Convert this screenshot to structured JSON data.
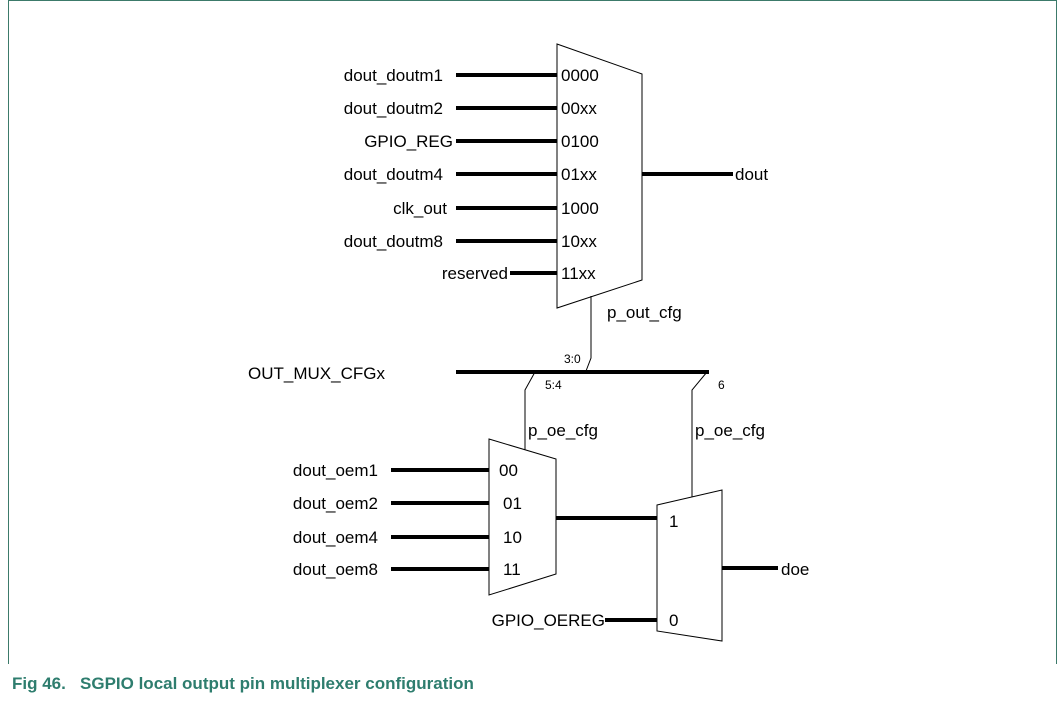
{
  "diagram": {
    "mux_main": {
      "inputs": [
        {
          "signal": "dout_doutm1",
          "code": "0000"
        },
        {
          "signal": "dout_doutm2",
          "code": "00xx"
        },
        {
          "signal": "GPIO_REG",
          "code": "0100"
        },
        {
          "signal": "dout_doutm4",
          "code": "01xx"
        },
        {
          "signal": "clk_out",
          "code": "1000"
        },
        {
          "signal": "dout_doutm8",
          "code": "10xx"
        },
        {
          "signal": "reserved",
          "code": "11xx"
        }
      ],
      "output": "dout",
      "select": "p_out_cfg",
      "select_bits": "3:0"
    },
    "config_bus": {
      "name": "OUT_MUX_CFGx",
      "tap_oe_bits": "5:4",
      "tap_sel_bit": "6"
    },
    "mux_oe": {
      "inputs": [
        {
          "signal": "dout_oem1",
          "code": "00"
        },
        {
          "signal": "dout_oem2",
          "code": "01"
        },
        {
          "signal": "dout_oem4",
          "code": "10"
        },
        {
          "signal": "dout_oem8",
          "code": "11"
        }
      ],
      "select": "p_oe_cfg"
    },
    "mux_final": {
      "input_1": "1",
      "input_0": "0",
      "input_0_signal": "GPIO_OEREG",
      "select": "p_oe_cfg",
      "output": "doe"
    }
  },
  "caption": "Fig 46.   SGPIO local output pin multiplexer configuration"
}
